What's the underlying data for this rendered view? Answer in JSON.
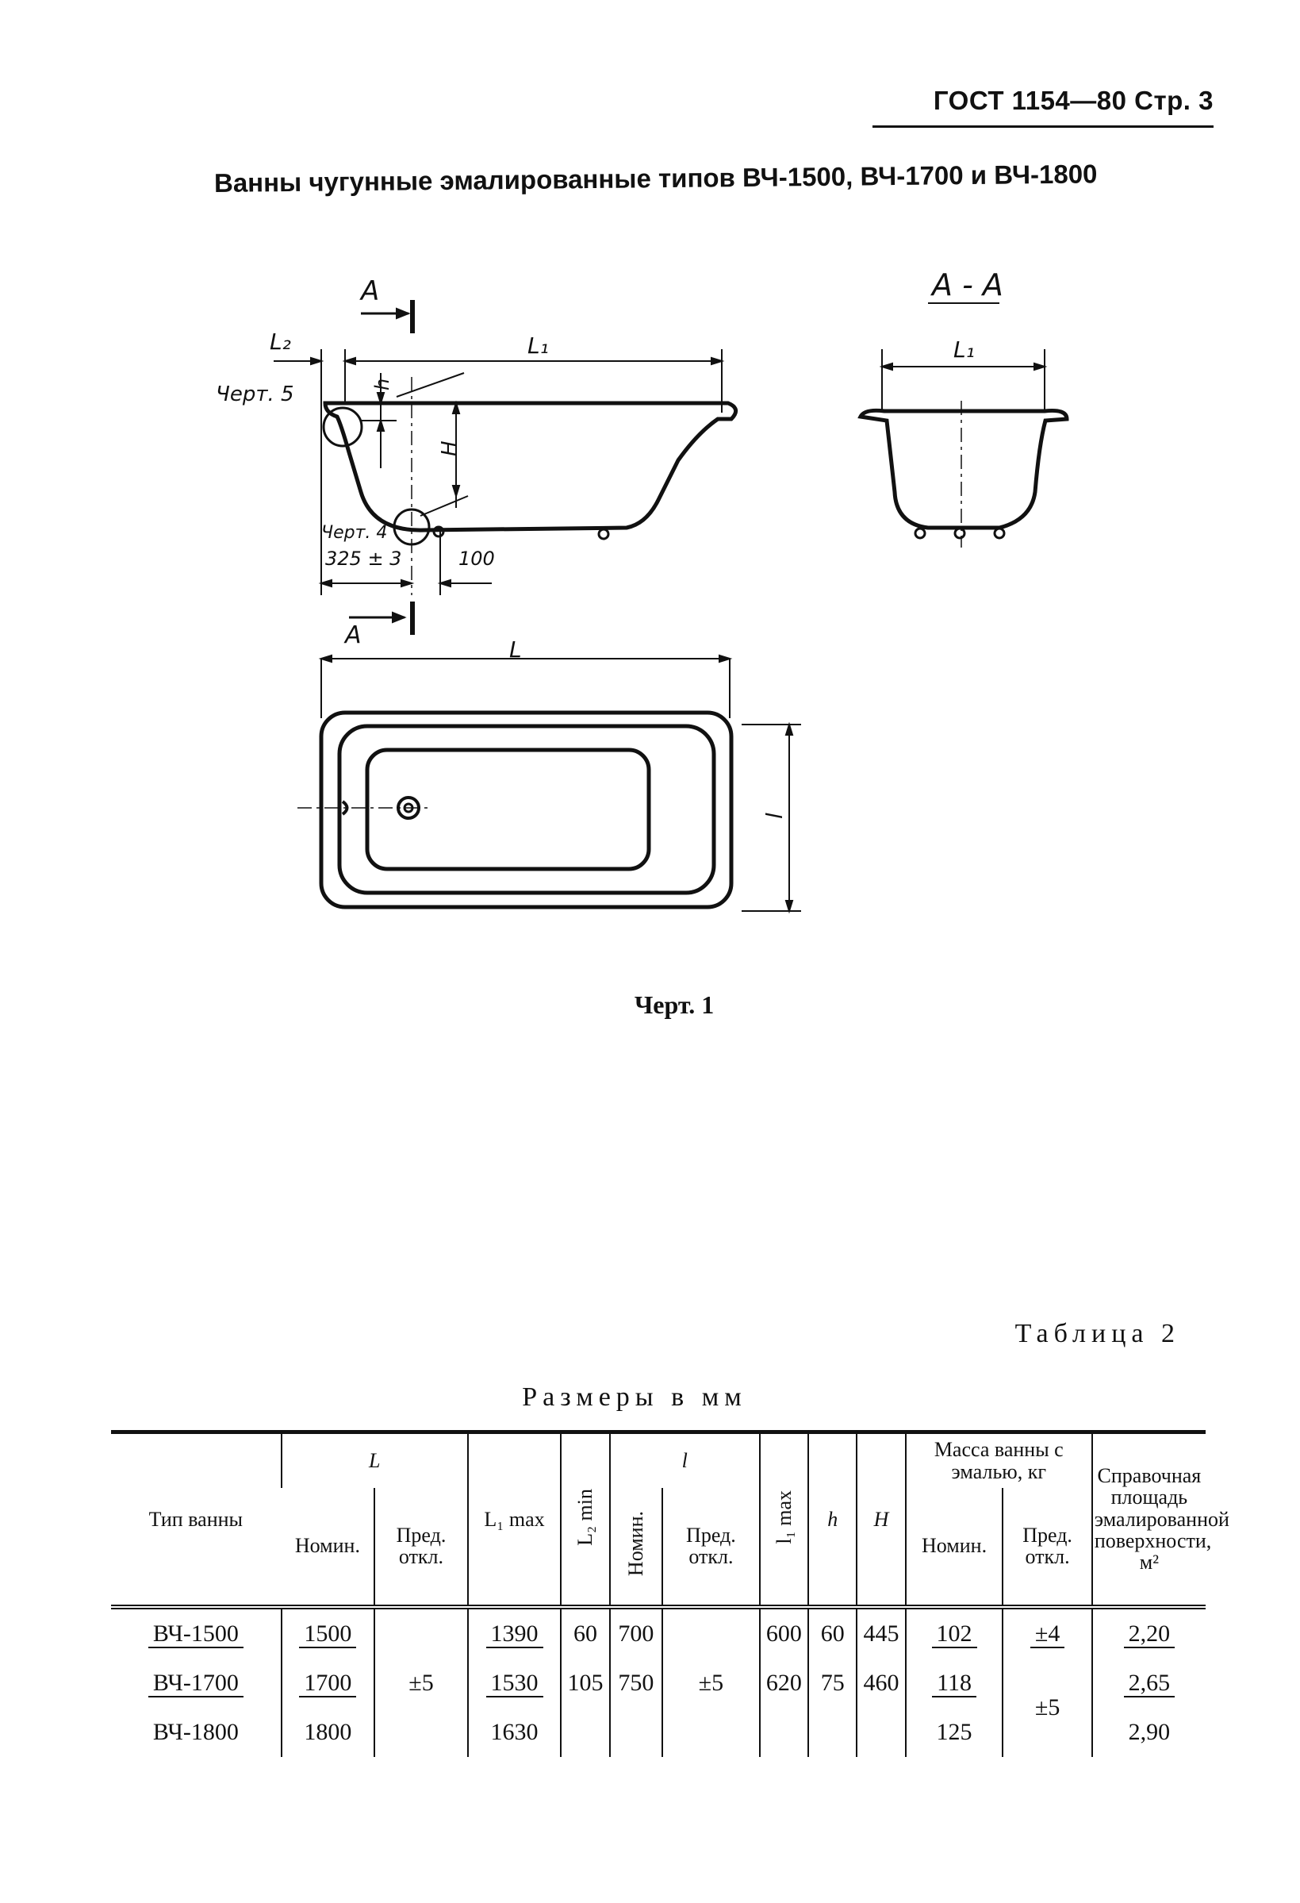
{
  "header": {
    "text": "ГОСТ 1154—80 Стр. 3"
  },
  "title": "Ванны чугунные эмалированные типов ВЧ-1500, ВЧ-1700 и ВЧ-1800",
  "drawing": {
    "labels": {
      "section_top": "А",
      "section_bottom": "А",
      "section_view": "А - А",
      "dim_L2": "L₂",
      "dim_L1": "L₁",
      "dim_L1_section": "L₁",
      "dim_h": "h",
      "dim_H": "H",
      "detail5": "Черт. 5",
      "detail4": "Черт. 4",
      "dim_325": "325 ± 3",
      "dim_100": "100",
      "dim_L": "L",
      "dim_l": "l"
    }
  },
  "figure_caption": "Черт. 1",
  "table": {
    "number": "Таблица 2",
    "units": "Размеры в мм",
    "headers": {
      "type": "Тип ванны",
      "L": "L",
      "L_nom": "Номин.",
      "L_tol": "Пред. откл.",
      "L1max": "L₁ max",
      "L2min": "L₂ min",
      "l": "l",
      "l_nom": "Номин.",
      "l_tol": "Пред. откл.",
      "l1max": "l₁ max",
      "h": "h",
      "H": "H",
      "mass": "Масса ванны с эмалью, кг",
      "mass_nom": "Номин.",
      "mass_tol": "Пред. откл.",
      "area": "Справочная площадь эмалированной поверхности, м²"
    },
    "rows": [
      {
        "type": "ВЧ-1500",
        "L_nom": "1500",
        "L1max": "1390",
        "L2min": "60",
        "l_nom": "700",
        "l1max": "600",
        "h": "60",
        "H": "445",
        "mass_nom": "102",
        "mass_tol": "±4",
        "area": "2,20"
      },
      {
        "type": "ВЧ-1700",
        "L_nom": "1700",
        "L1max": "1530",
        "L2min": "105",
        "l_nom": "750",
        "l1max": "620",
        "h": "75",
        "H": "460",
        "mass_nom": "118",
        "mass_tol": "±5",
        "area": "2,65"
      },
      {
        "type": "ВЧ-1800",
        "L_nom": "1800",
        "L1max": "1630",
        "L2min": "",
        "l_nom": "",
        "l1max": "",
        "h": "",
        "H": "",
        "mass_nom": "125",
        "mass_tol": "",
        "area": "2,90"
      }
    ],
    "shared": {
      "L_tol": "±5",
      "l_tol": "±5"
    }
  }
}
